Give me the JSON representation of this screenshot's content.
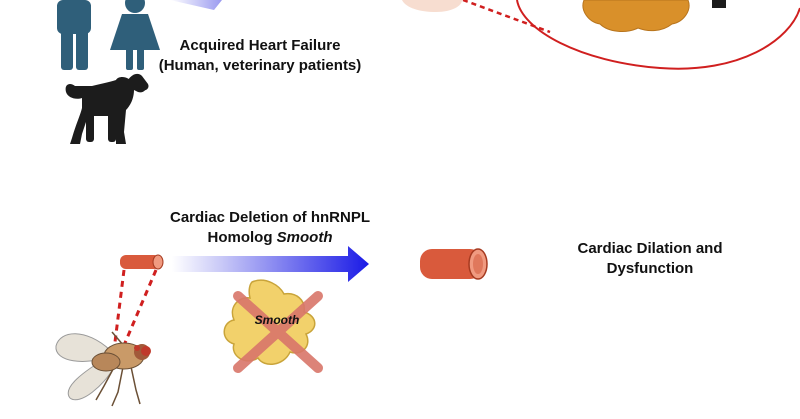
{
  "labels": {
    "acquired_line1": "Acquired Heart Failure",
    "acquired_line2": "(Human, veterinary patients)",
    "deletion_line1": "Cardiac Deletion of hnRNPL",
    "deletion_line2_prefix": "Homolog ",
    "deletion_line2_italic": "Smooth",
    "dilation_line1": "Cardiac Dilation and",
    "dilation_line2": "Dysfunction",
    "protein_label": "Smooth"
  },
  "colors": {
    "human_figure": "#2f5f7a",
    "dog": "#1c1c1c",
    "protein": "#f2d16b",
    "protein_stroke": "#c9a43a",
    "protein_top": "#d9902a",
    "cross": "#d9766a",
    "arrow_start": "#ffffff",
    "arrow_end": "#1a1ae6",
    "tube": "#d95a3c",
    "tube_end": "#f09a80",
    "dashed_line": "#d01f1f",
    "magnify_circle": "#d01f1f",
    "skin": "#f7ddd0"
  },
  "icons": [
    "male-figure-icon",
    "female-figure-icon",
    "dog-icon",
    "fly-icon",
    "heart-tube-icon",
    "smooth-protein-icon",
    "knockout-cross-icon",
    "process-arrow-icon"
  ]
}
